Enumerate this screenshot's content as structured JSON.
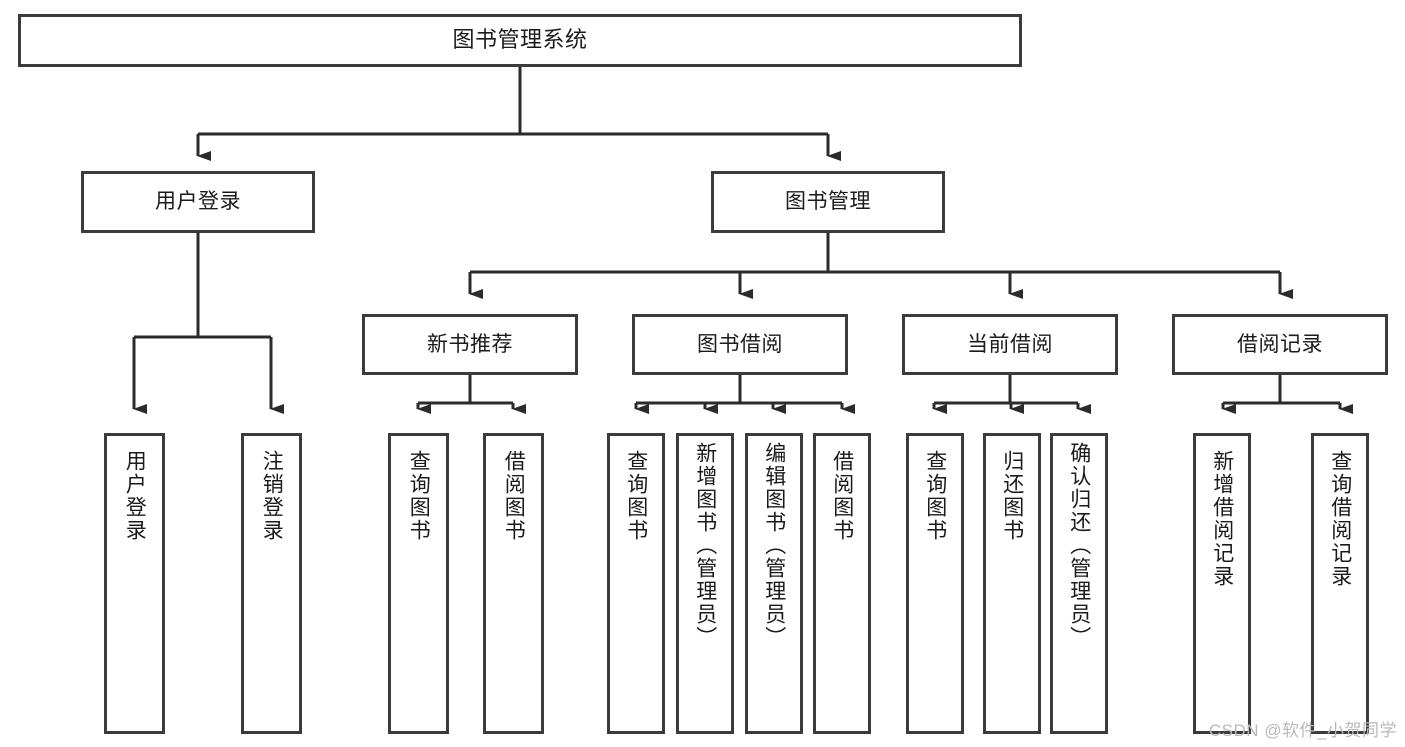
{
  "diagram": {
    "title": "图书管理系统",
    "type": "tree-hierarchy",
    "watermark": "CSDN @软件_小贺同学",
    "colors": {
      "box_border": "#3b3b3b",
      "box_fill": "#ffffff",
      "connector": "#2b2b2b",
      "text": "#1b1b1b",
      "watermark": "#b9b9b9",
      "background": "#ffffff"
    }
  },
  "nodes": {
    "root": {
      "label": "图书管理系统"
    },
    "level2": [
      {
        "id": "user-login",
        "label": "用户登录"
      },
      {
        "id": "book-manage",
        "label": "图书管理"
      }
    ],
    "level3": [
      {
        "id": "new-book-recommend",
        "label": "新书推荐"
      },
      {
        "id": "book-borrow",
        "label": "图书借阅"
      },
      {
        "id": "current-borrow",
        "label": "当前借阅"
      },
      {
        "id": "borrow-record",
        "label": "借阅记录"
      }
    ],
    "leaves": {
      "user_login": [
        {
          "id": "leaf-user-login",
          "label": "用户登录"
        },
        {
          "id": "leaf-logout-login",
          "label": "注销登录"
        }
      ],
      "new_book_recommend": [
        {
          "id": "leaf-query-book-1",
          "label": "查询图书"
        },
        {
          "id": "leaf-borrow-book-1",
          "label": "借阅图书"
        }
      ],
      "book_borrow": [
        {
          "id": "leaf-query-book-2",
          "label": "查询图书"
        },
        {
          "id": "leaf-add-book",
          "label": "新增图书（管理员）"
        },
        {
          "id": "leaf-edit-book",
          "label": "编辑图书（管理员）"
        },
        {
          "id": "leaf-borrow-book-2",
          "label": "借阅图书"
        }
      ],
      "current_borrow": [
        {
          "id": "leaf-query-book-3",
          "label": "查询图书"
        },
        {
          "id": "leaf-return-book",
          "label": "归还图书"
        },
        {
          "id": "leaf-confirm-return",
          "label": "确认归还（管理员）"
        }
      ],
      "borrow_record": [
        {
          "id": "leaf-add-record",
          "label": "新增借阅记录"
        },
        {
          "id": "leaf-query-record",
          "label": "查询借阅记录"
        }
      ]
    }
  }
}
